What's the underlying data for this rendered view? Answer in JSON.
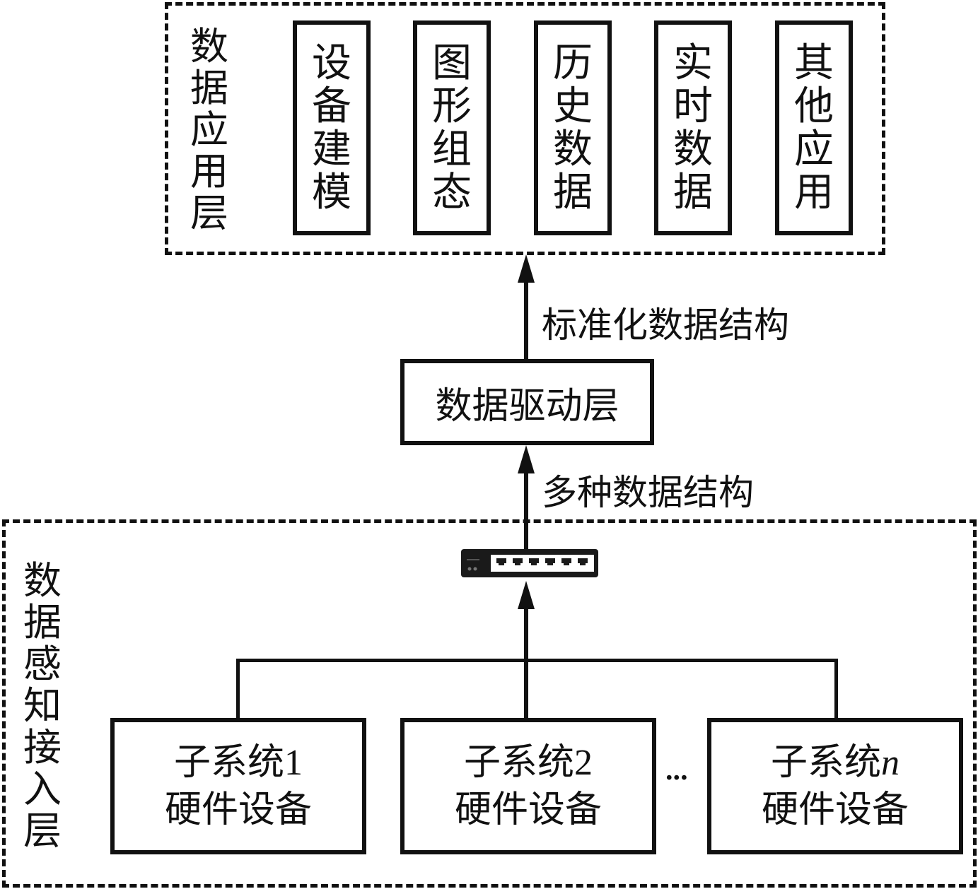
{
  "application_layer": {
    "title": "数据应用层",
    "modules": [
      {
        "label": "设备建模"
      },
      {
        "label": "图形组态"
      },
      {
        "label": "历史数据"
      },
      {
        "label": "实时数据"
      },
      {
        "label": "其他应用"
      }
    ]
  },
  "arrow_upper_label": "标准化数据结构",
  "driver_layer": {
    "title": "数据驱动层"
  },
  "arrow_lower_label": "多种数据结构",
  "switch_icon": "network-switch-icon",
  "access_layer": {
    "title": "数据感知接入层",
    "subsystems": [
      {
        "name": "子系统",
        "index": "1",
        "device": "硬件设备"
      },
      {
        "name": "子系统",
        "index": "2",
        "device": "硬件设备"
      },
      {
        "name": "子系统",
        "index": "n",
        "device": "硬件设备"
      }
    ],
    "ellipsis": "···"
  }
}
